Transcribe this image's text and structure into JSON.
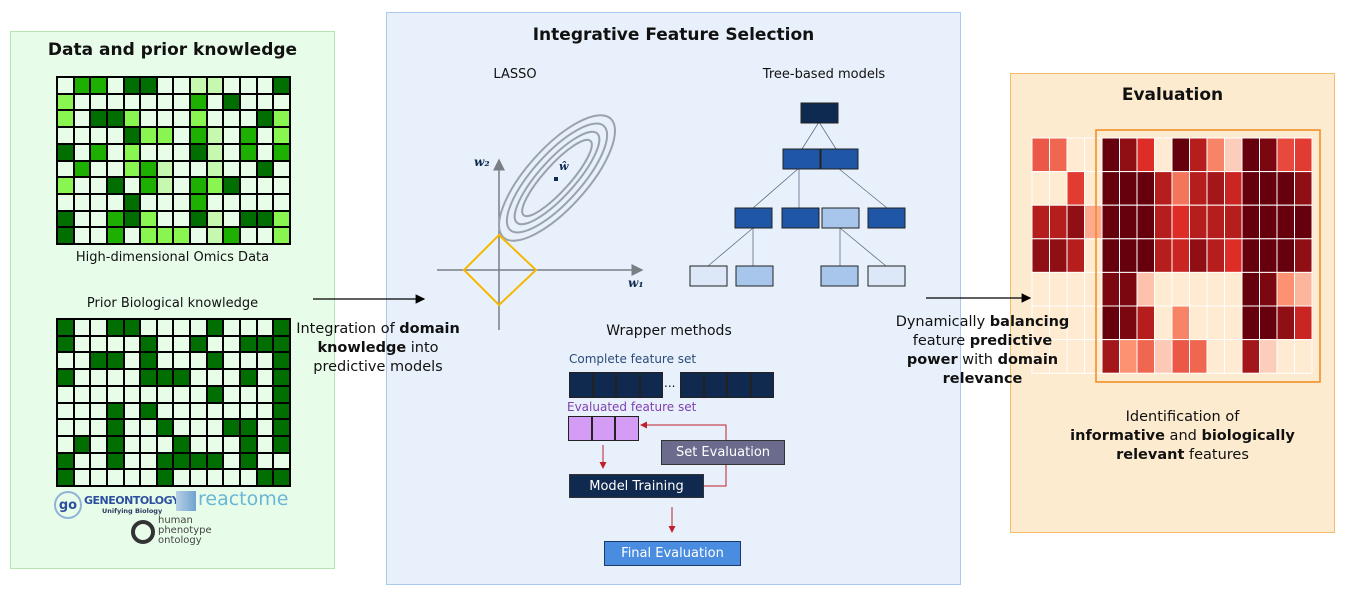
{
  "left_panel": {
    "title": "Data and prior knowledge",
    "omics_label": "High-dimensional Omics Data",
    "prior_label": "Prior Biological knowledge",
    "omics_palette": [
      "#e8fde8",
      "#c6f8b0",
      "#88f550",
      "#1db000",
      "#006e00"
    ],
    "omics_grid": [
      [
        0,
        3,
        3,
        0,
        4,
        4,
        0,
        0,
        1,
        1,
        0,
        0,
        0,
        4
      ],
      [
        2,
        0,
        0,
        0,
        0,
        0,
        0,
        0,
        3,
        0,
        4,
        0,
        0,
        0
      ],
      [
        2,
        0,
        4,
        4,
        2,
        0,
        0,
        0,
        2,
        0,
        0,
        0,
        4,
        2
      ],
      [
        0,
        0,
        0,
        0,
        4,
        2,
        2,
        0,
        3,
        1,
        0,
        3,
        0,
        2
      ],
      [
        4,
        0,
        3,
        0,
        2,
        0,
        0,
        0,
        4,
        1,
        0,
        3,
        0,
        3
      ],
      [
        0,
        3,
        0,
        0,
        2,
        3,
        1,
        0,
        0,
        1,
        0,
        0,
        4,
        0
      ],
      [
        2,
        0,
        0,
        4,
        0,
        3,
        1,
        0,
        3,
        2,
        4,
        0,
        0,
        0
      ],
      [
        0,
        0,
        0,
        0,
        4,
        0,
        0,
        0,
        3,
        0,
        0,
        0,
        0,
        0
      ],
      [
        4,
        0,
        0,
        3,
        4,
        2,
        0,
        0,
        4,
        1,
        0,
        4,
        4,
        2
      ],
      [
        4,
        0,
        0,
        3,
        0,
        2,
        2,
        2,
        0,
        1,
        3,
        0,
        0,
        2
      ]
    ],
    "prior_grid": [
      [
        4,
        0,
        0,
        4,
        4,
        0,
        0,
        0,
        0,
        4,
        0,
        0,
        0,
        4
      ],
      [
        4,
        0,
        0,
        0,
        0,
        4,
        0,
        0,
        4,
        0,
        0,
        4,
        4,
        4
      ],
      [
        0,
        0,
        4,
        4,
        0,
        4,
        0,
        0,
        0,
        4,
        0,
        0,
        0,
        4
      ],
      [
        4,
        0,
        0,
        0,
        0,
        4,
        4,
        4,
        0,
        0,
        0,
        4,
        0,
        4
      ],
      [
        0,
        0,
        0,
        0,
        0,
        0,
        0,
        0,
        0,
        4,
        0,
        0,
        0,
        4
      ],
      [
        0,
        0,
        0,
        4,
        0,
        4,
        0,
        0,
        0,
        0,
        0,
        0,
        0,
        4
      ],
      [
        0,
        0,
        0,
        4,
        0,
        0,
        4,
        0,
        0,
        0,
        4,
        4,
        0,
        4
      ],
      [
        0,
        4,
        0,
        4,
        0,
        0,
        0,
        4,
        0,
        0,
        0,
        4,
        0,
        4
      ],
      [
        4,
        0,
        0,
        4,
        0,
        0,
        4,
        4,
        4,
        4,
        0,
        4,
        0,
        0
      ],
      [
        4,
        0,
        0,
        0,
        0,
        0,
        4,
        0,
        0,
        0,
        0,
        0,
        4,
        4
      ]
    ],
    "logos": {
      "gene_ontology": "GENEONTOLOGY",
      "gene_ontology_tagline": "Unifying Biology",
      "reactome": "reactome",
      "hpo": "human phenotype ontology"
    }
  },
  "integration_text": {
    "pre": "Integration of ",
    "bold": "domain knowledge",
    "post": " into predictive models"
  },
  "middle_panel": {
    "title": "Integrative Feature Selection",
    "lasso": {
      "label": "LASSO",
      "w1": "w₁",
      "w2": "w₂",
      "w_hat": "ŵ",
      "ellipse_color": "#9aa3ad",
      "diamond_color": "#f5b800"
    },
    "tree": {
      "label": "Tree-based models",
      "colors": {
        "root": "#0f2a50",
        "mid": "#1f56a6",
        "light": "#a8c6ec",
        "pale": "#dce8f8"
      }
    },
    "wrapper": {
      "label": "Wrapper  methods",
      "complete_set": "Complete feature set",
      "ellipsis": "...",
      "evaluated_set": "Evaluated feature set",
      "set_evaluation": "Set Evaluation",
      "model_training": "Model Training",
      "final_evaluation": "Final Evaluation"
    }
  },
  "balance_text": {
    "l1a": "Dynamically ",
    "l1b": "balancing",
    "l2a": "feature ",
    "l2b": "predictive",
    "l3a": "power",
    "l3b": " with ",
    "l3c": "domain",
    "l4": "relevance"
  },
  "right_panel": {
    "title": "Evaluation",
    "heatmap": [
      [
        0.55,
        0.5,
        0,
        0,
        1,
        0.9,
        0.7,
        0,
        1,
        0.8,
        0.4,
        0.1,
        1,
        0.95,
        0.6,
        0.65
      ],
      [
        0,
        0,
        0.65,
        0,
        1,
        1,
        1,
        0.8,
        0.45,
        0.8,
        0.85,
        0.75,
        1,
        1,
        1,
        0.9
      ],
      [
        0.8,
        0.8,
        0.9,
        0.25,
        1,
        1,
        1,
        0.8,
        0.7,
        0.8,
        0.8,
        0.8,
        1,
        1,
        1,
        1
      ],
      [
        0.9,
        0.9,
        0.8,
        0,
        1,
        1,
        1,
        0.8,
        0.75,
        0.9,
        0.8,
        0.7,
        1,
        1,
        1,
        0.9
      ],
      [
        0,
        0,
        0,
        0,
        0.95,
        0.95,
        0.15,
        0,
        0,
        0,
        0,
        0,
        1,
        0.95,
        0.35,
        0.2
      ],
      [
        0,
        0,
        0,
        0,
        1,
        0.95,
        0.8,
        0,
        0.4,
        0,
        0,
        0,
        1,
        1,
        0.9,
        0.75
      ],
      [
        0,
        0,
        0,
        0,
        0.85,
        0.35,
        0.5,
        0.12,
        0.55,
        0.5,
        0,
        0,
        0.85,
        0.1,
        0,
        0
      ]
    ],
    "caption": {
      "l1": "Identification of",
      "b1": "informative",
      "m": " and ",
      "b2": "biologically",
      "b3": "relevant",
      "e": " features"
    }
  }
}
